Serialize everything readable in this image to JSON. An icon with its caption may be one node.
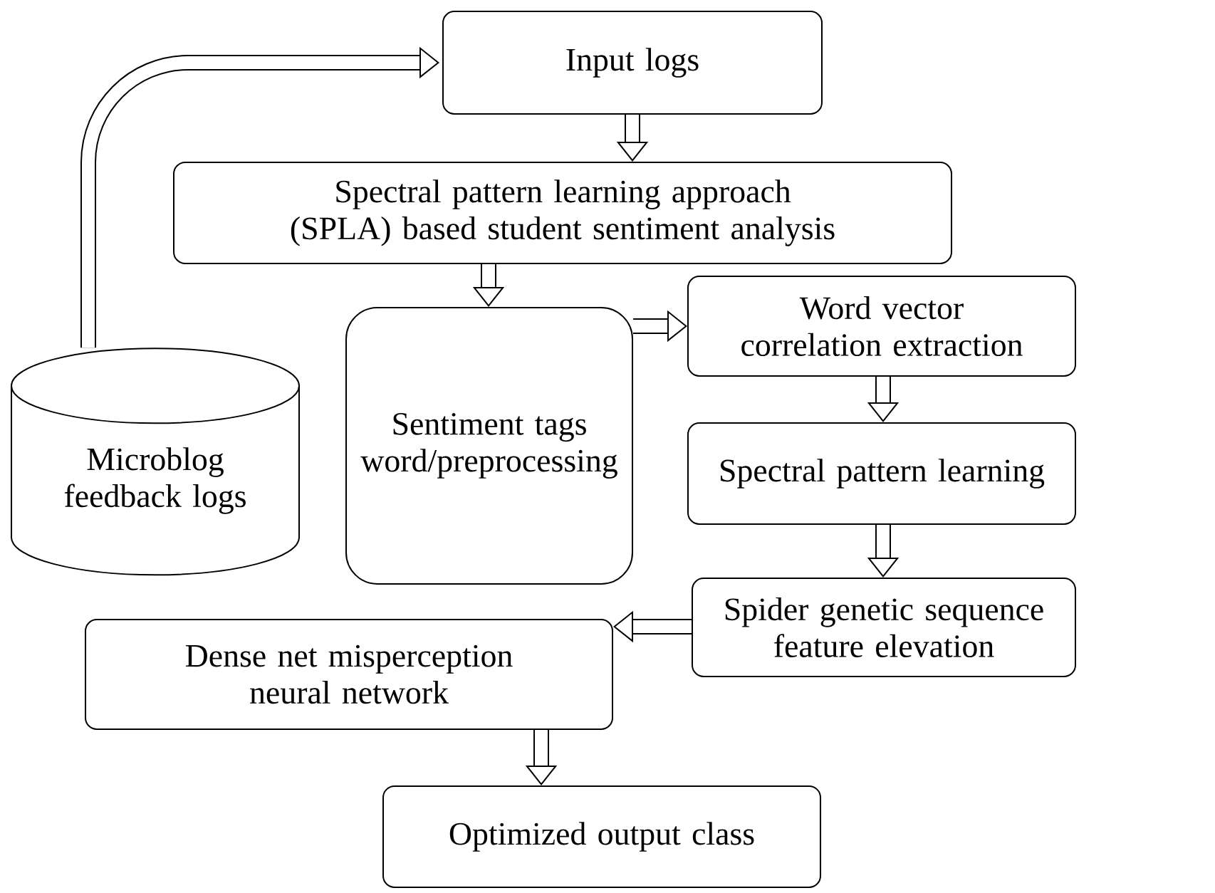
{
  "diagram": {
    "nodes": [
      {
        "text": [
          "Input logs"
        ]
      },
      {
        "text": [
          "Spectral pattern learning approach (SPLA) based student sentiment analysis"
        ]
      },
      {
        "text": [
          "Sentiment tags word/preprocessing"
        ]
      },
      {
        "text": [
          "Word vector correlation extraction"
        ]
      },
      {
        "text": [
          "Spectral pattern learning"
        ]
      },
      {
        "text": [
          "Spider genetic sequence feature elevation"
        ]
      },
      {
        "text": [
          "Dense net misperception neural network"
        ]
      },
      {
        "text": [
          "Optimized output class"
        ]
      },
      {
        "text": [
          "Microblog feedback logs"
        ]
      }
    ],
    "edges": [
      {
        "from": 8,
        "to": 0,
        "arrow": "to"
      },
      {
        "from": 0,
        "to": 1,
        "arrow": "to"
      },
      {
        "from": 1,
        "to": 2,
        "arrow": "to"
      },
      {
        "from": 2,
        "to": 3,
        "arrow": "to"
      },
      {
        "from": 3,
        "to": 4,
        "arrow": "to"
      },
      {
        "from": 4,
        "to": 5,
        "arrow": "to"
      },
      {
        "from": 5,
        "to": 6,
        "arrow": "to"
      },
      {
        "from": 6,
        "to": 7,
        "arrow": "to"
      }
    ]
  }
}
